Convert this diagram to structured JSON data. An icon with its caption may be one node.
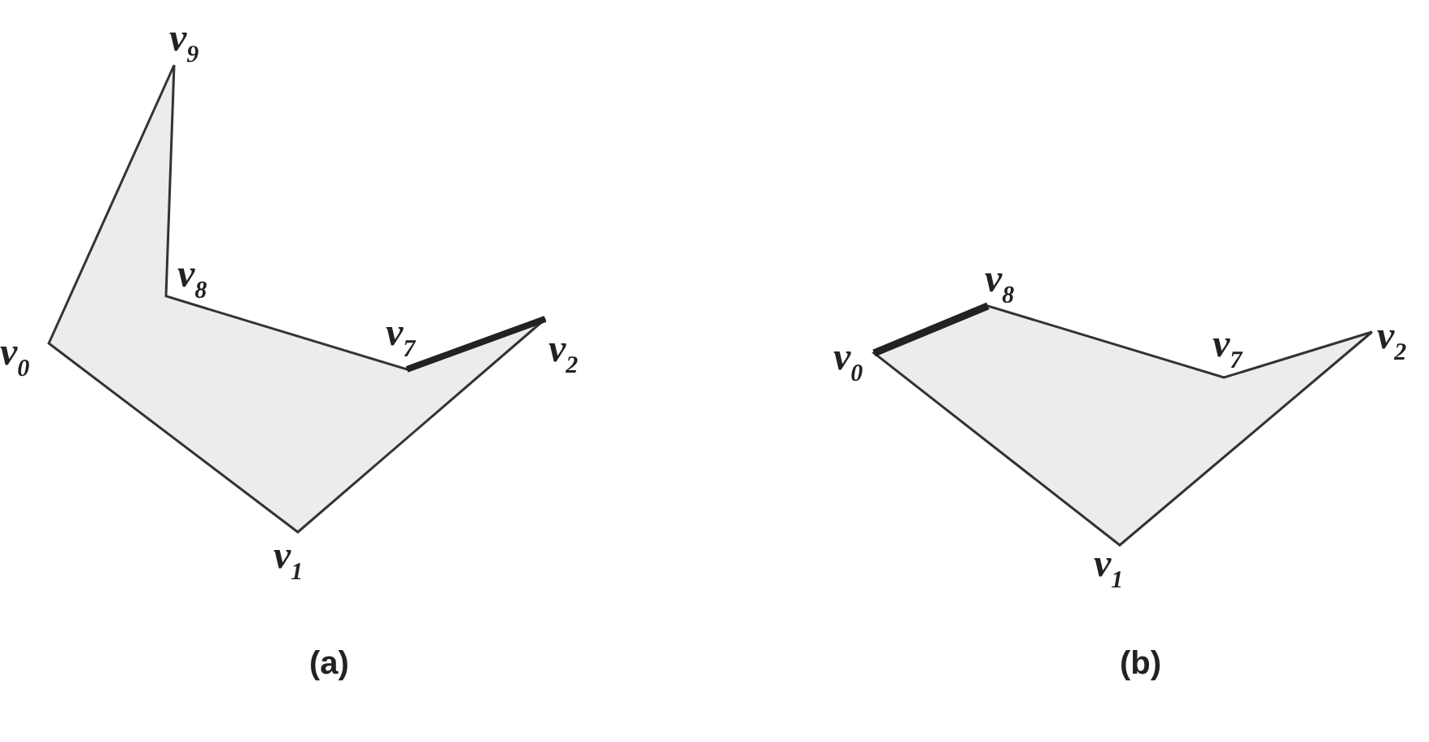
{
  "diagram": {
    "labels": [
      "v$_{9}$",
      "v$_{8}$",
      "v$_{0}$",
      "v$_{7}$",
      "v$_{2}$",
      "v$_{1}$",
      "(a)",
      "v$_{8}$",
      "v$_{0}$",
      "v$_{7}$",
      "v$_{2}$",
      "v$_{1}$",
      "(b)"
    ]
  }
}
